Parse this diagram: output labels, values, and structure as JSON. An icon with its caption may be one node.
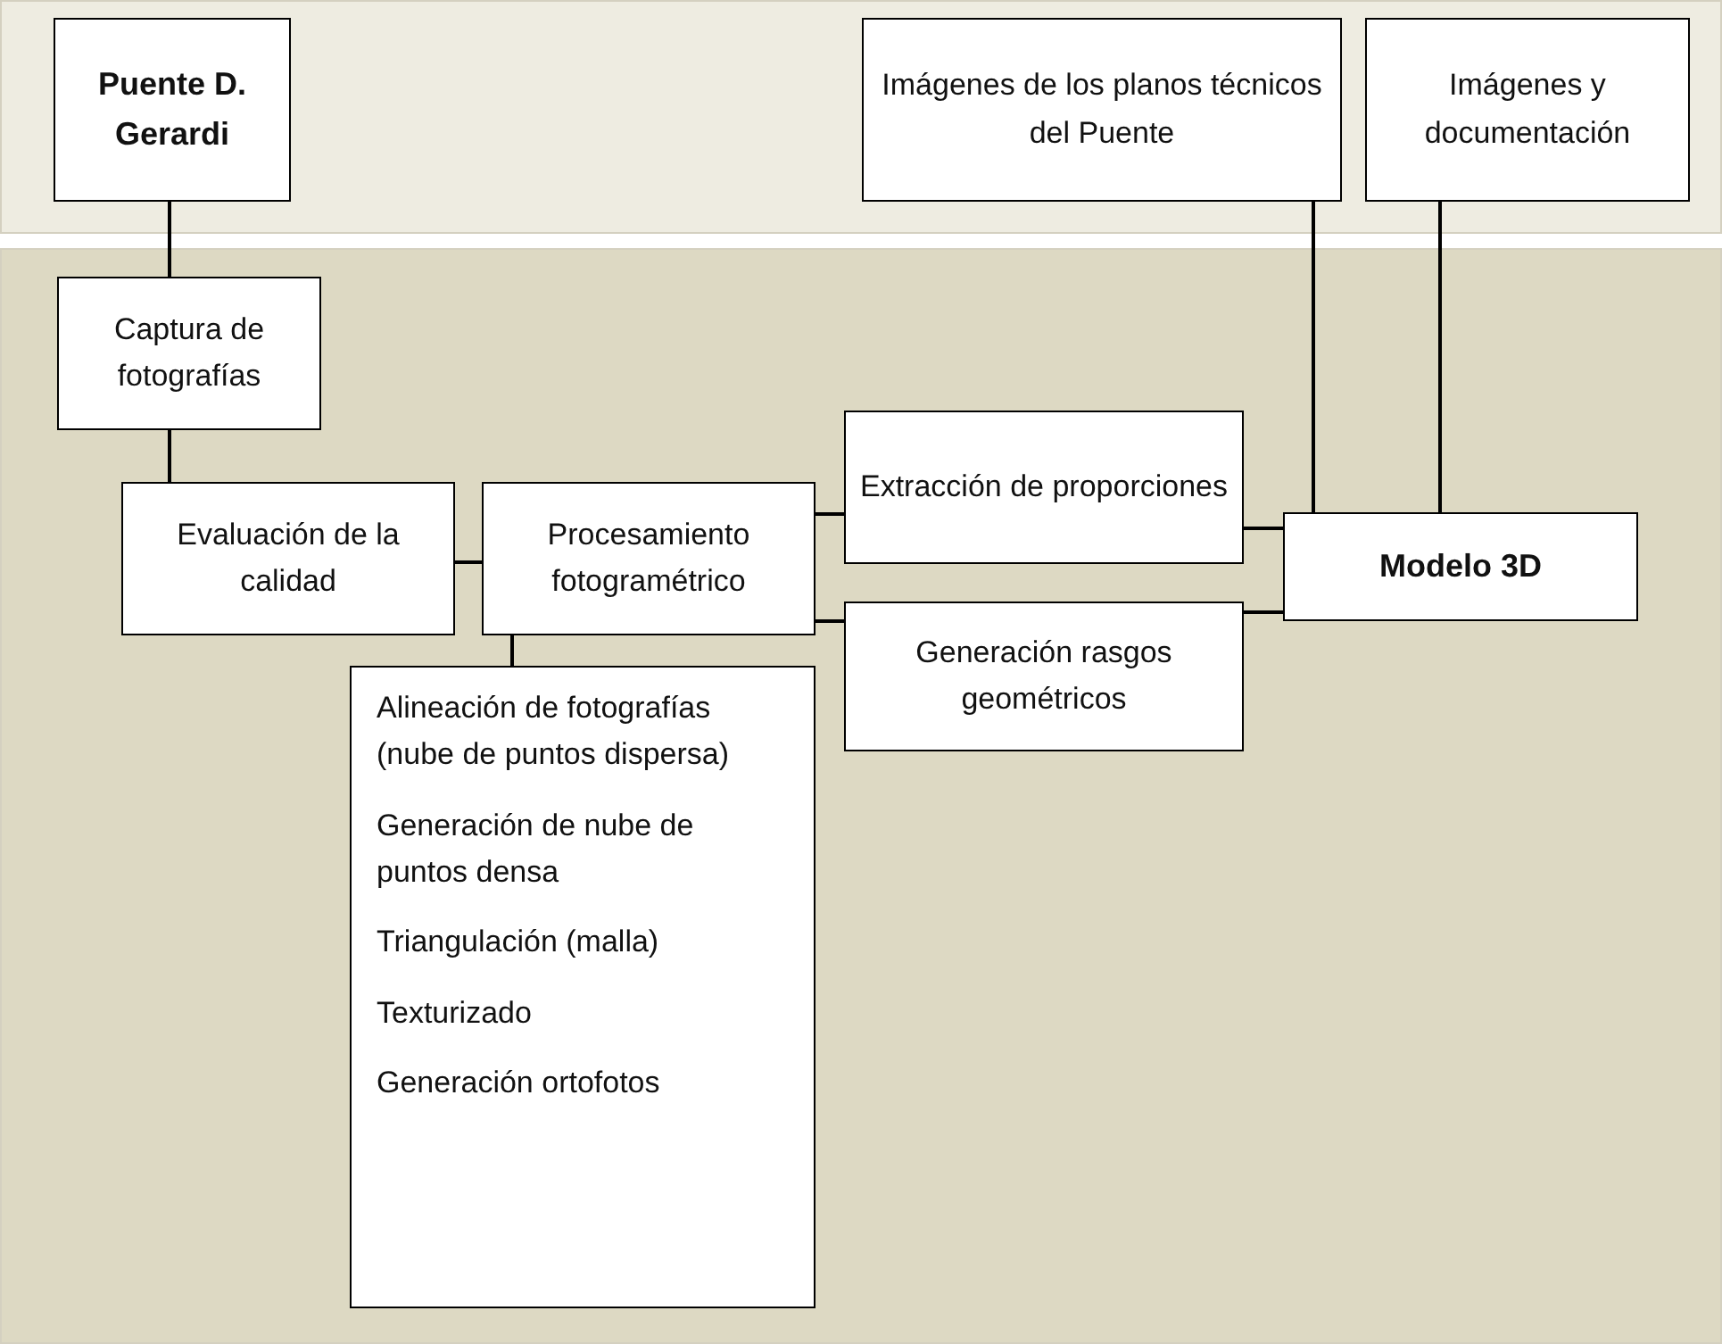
{
  "diagram": {
    "nodes": [
      {
        "text": [
          "Puente D. Gerardi"
        ]
      },
      {
        "text": [
          "Imágenes de los planos técnicos del Puente"
        ]
      },
      {
        "text": [
          "Imágenes y documentación"
        ]
      },
      {
        "text": [
          "Captura de fotografías"
        ]
      },
      {
        "text": [
          "Evaluación de la calidad"
        ]
      },
      {
        "text": [
          "Procesamiento fotogramétrico"
        ]
      },
      {
        "text": [
          "Extracción de proporciones"
        ]
      },
      {
        "text": [
          "Generación rasgos geométricos"
        ]
      },
      {
        "text": [
          "Modelo 3D"
        ]
      },
      {
        "text": [
          "Alineación de fotografías (nube de puntos dispersa)",
          "Generación de nube de puntos densa",
          "Triangulación (malla)",
          "Texturizado",
          "Generación ortofotos"
        ]
      }
    ],
    "edges": [
      {
        "from": 0,
        "to": 3,
        "arrow": "none"
      },
      {
        "from": 3,
        "to": 4,
        "arrow": "none"
      },
      {
        "from": 4,
        "to": 5,
        "arrow": "none"
      },
      {
        "from": 5,
        "to": 9,
        "arrow": "none"
      },
      {
        "from": 5,
        "to": 6,
        "arrow": "none"
      },
      {
        "from": 5,
        "to": 7,
        "arrow": "none"
      },
      {
        "from": 6,
        "to": 8,
        "arrow": "none"
      },
      {
        "from": 7,
        "to": 8,
        "arrow": "none"
      },
      {
        "from": 1,
        "to": 8,
        "arrow": "none"
      },
      {
        "from": 2,
        "to": 8,
        "arrow": "none"
      }
    ]
  }
}
